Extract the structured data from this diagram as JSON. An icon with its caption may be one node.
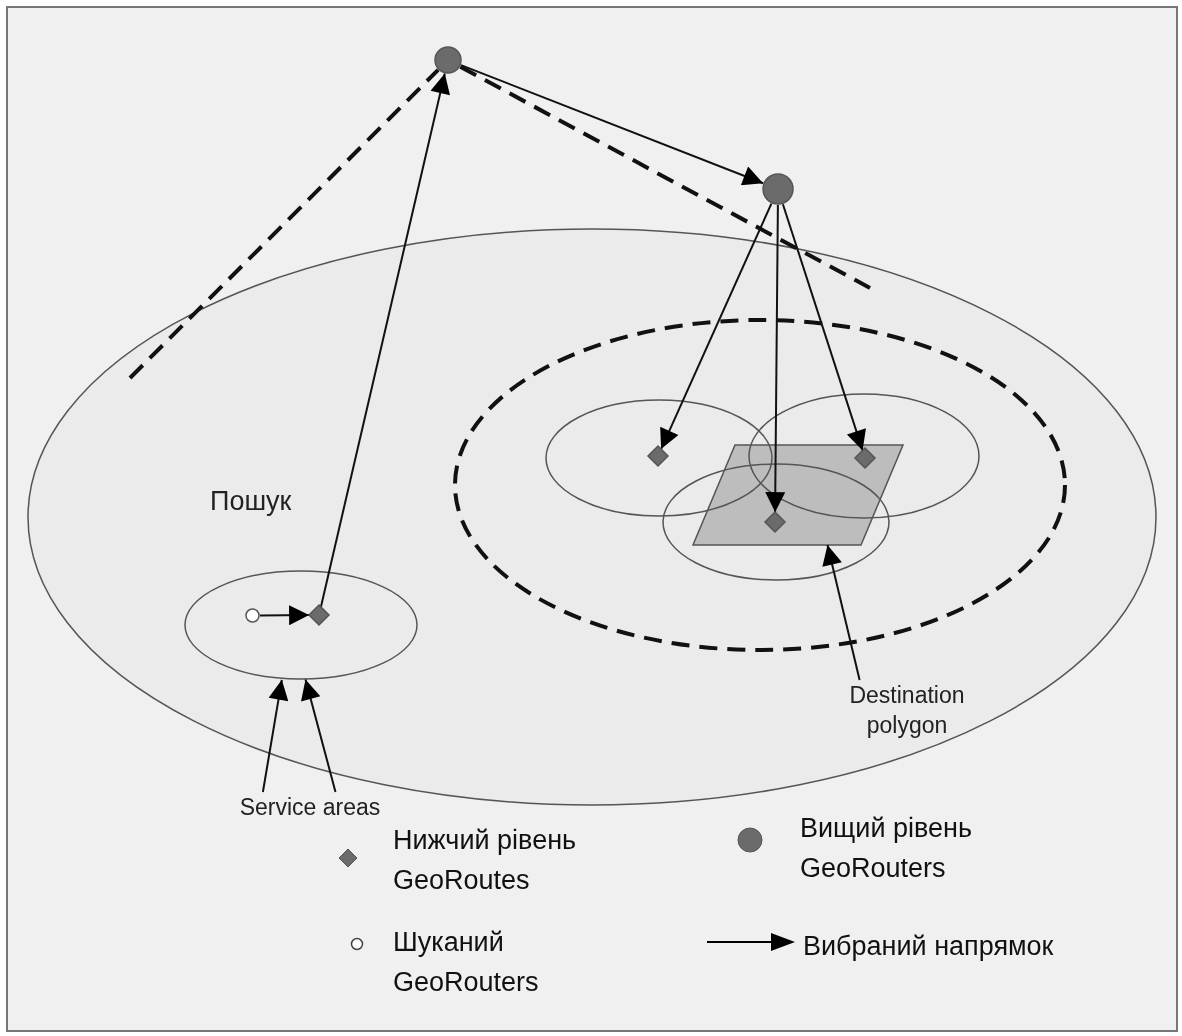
{
  "diagram": {
    "nodes": [
      {
        "text": [],
        "shape": "circle"
      },
      {
        "text": [],
        "shape": "circle"
      },
      {
        "text": [],
        "shape": "ellipse"
      },
      {
        "text": [],
        "shape": "ellipse",
        "in": 2
      },
      {
        "text": [],
        "shape": "circle",
        "in": 3
      },
      {
        "text": [],
        "shape": "diamond",
        "in": 3
      },
      {
        "text": [],
        "shape": "diamond",
        "in": 2
      },
      {
        "text": [],
        "shape": "parallelogram",
        "in": 2
      },
      {
        "text": [],
        "shape": "diamond",
        "in": 7
      },
      {
        "text": [],
        "shape": "diamond",
        "in": 7
      },
      {
        "text": [
          "Destination polygon"
        ],
        "in": 2
      },
      {
        "text": [
          "Service areas"
        ]
      }
    ],
    "edges": [
      {
        "from": 4,
        "to": 5,
        "arrow": "to"
      },
      {
        "from": 5,
        "to": 0,
        "arrow": "to"
      },
      {
        "from": 0,
        "to": 1,
        "arrow": "to"
      },
      {
        "from": 1,
        "to": 6,
        "arrow": "to"
      },
      {
        "from": 1,
        "to": 9,
        "arrow": "to"
      },
      {
        "from": 1,
        "to": 8,
        "arrow": "to"
      },
      {
        "from": 10,
        "to": 7,
        "arrow": "to"
      },
      {
        "from": 11,
        "to": 3,
        "arrow": "to"
      },
      {
        "from": 11,
        "to": 3,
        "arrow": "to"
      },
      {
        "from": null,
        "to": 0,
        "arrow": "none",
        "style": "dashed"
      },
      {
        "from": 0,
        "to": null,
        "arrow": "none",
        "style": "dashed"
      }
    ],
    "labels": [
      "Пошук"
    ],
    "legend": [
      {
        "text": "Нижчий рівень GeoRoutes"
      },
      {
        "text": "Вищий рівень GeoRouters"
      },
      {
        "text": "Шуканий GeoRouters"
      },
      {
        "text": "Вибраний напрямок"
      }
    ]
  }
}
